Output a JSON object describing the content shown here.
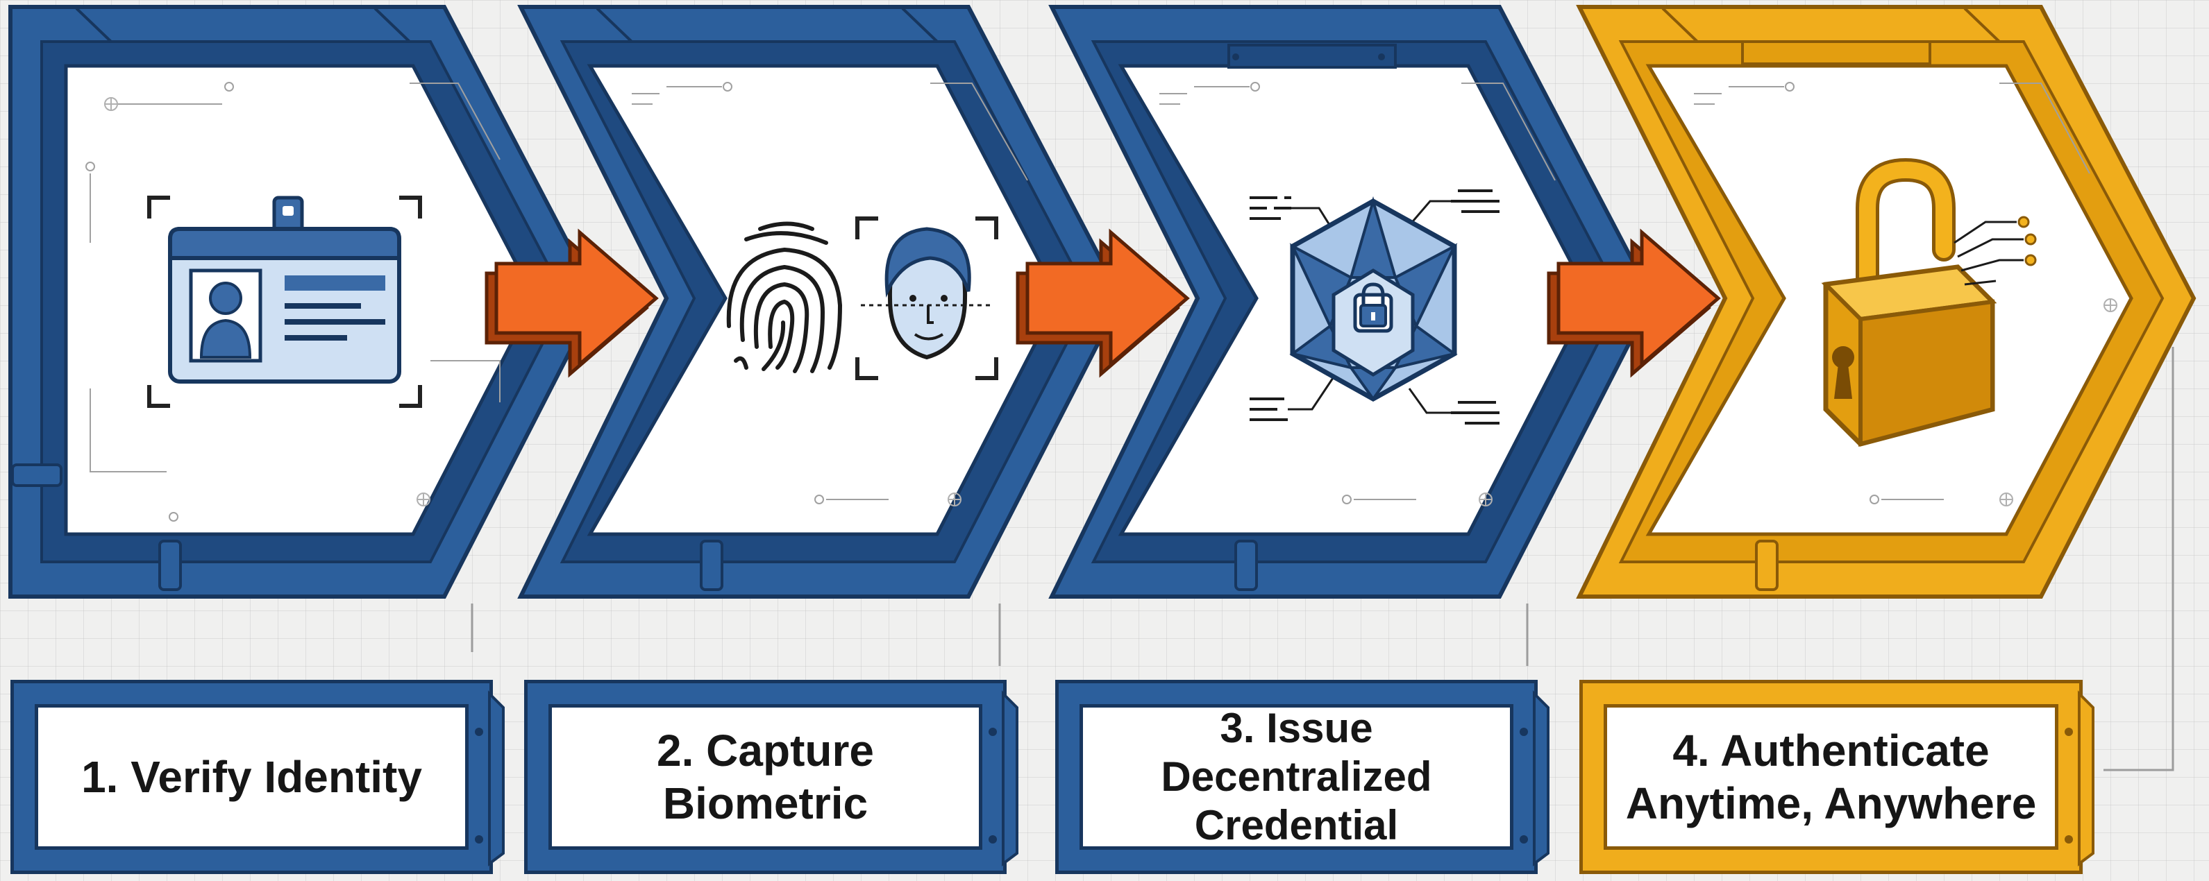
{
  "colors": {
    "frame_blue": "#2c5f9c",
    "frame_blue_dark": "#17365e",
    "frame_gold": "#f0ad1c",
    "frame_gold_dark": "#8a5a08",
    "arrow_orange": "#f26a24",
    "icon_blue": "#3a6aa6",
    "icon_light_blue": "#cfe0f3",
    "lock_gold": "#f3b21d"
  },
  "steps": [
    {
      "number": "1.",
      "label": "1. Verify Identity",
      "icon": "id-card-icon",
      "frame_color": "blue"
    },
    {
      "number": "2.",
      "label": "2. Capture\nBiometric",
      "icon": "fingerprint-face-scan-icon",
      "frame_color": "blue"
    },
    {
      "number": "3.",
      "label": "3. Issue\nDecentralized\nCredential",
      "icon": "blockchain-lock-icon",
      "frame_color": "blue"
    },
    {
      "number": "4.",
      "label": "4. Authenticate\nAnytime, Anywhere",
      "icon": "open-padlock-icon",
      "frame_color": "gold"
    }
  ],
  "connectors": [
    {
      "from": 1,
      "to": 2,
      "icon": "right-arrow-icon"
    },
    {
      "from": 2,
      "to": 3,
      "icon": "right-arrow-icon"
    },
    {
      "from": 3,
      "to": 4,
      "icon": "right-arrow-icon"
    }
  ]
}
